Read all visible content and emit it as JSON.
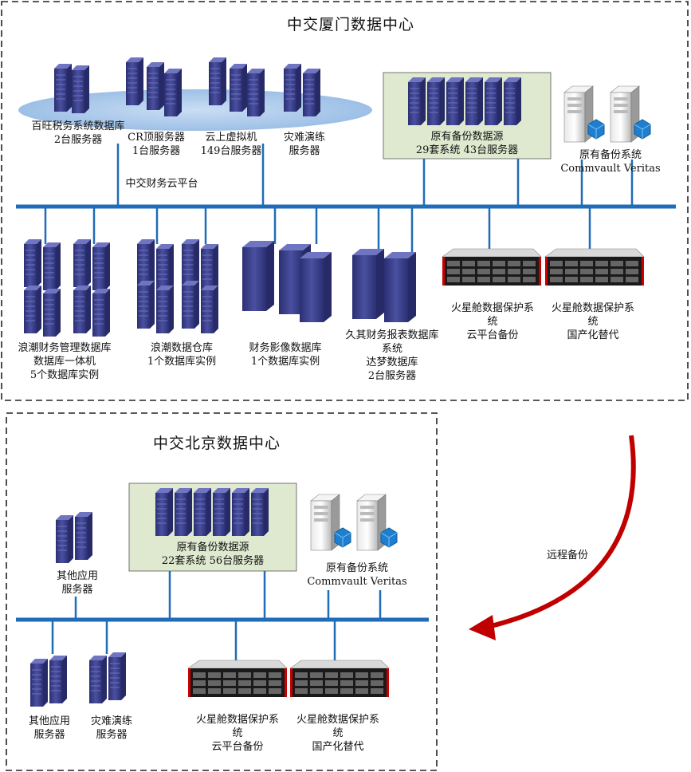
{
  "xiamen": {
    "title": "中交厦门数据中心",
    "platform_label": "中交财务云平台",
    "cloud_items": [
      {
        "name": "baiwang-icon",
        "label": "百旺税务系统数据库",
        "sub": "2台服务器"
      },
      {
        "name": "crj-icon",
        "label": "CR顶服务器",
        "sub": "1台服务器"
      },
      {
        "name": "vm-icon",
        "label": "云上虚拟机",
        "sub": "149台服务器"
      },
      {
        "name": "dr-icon",
        "label": "灾难演练",
        "sub": "服务器"
      }
    ],
    "backup_source": {
      "title": "原有备份数据源",
      "sub": "29套系统  43台服务器"
    },
    "backup_system": {
      "title": "原有备份系统",
      "sub": "Commvault Veritas"
    },
    "lower_items": [
      {
        "label": "浪潮财务管理数据库",
        "sub1": "数据库一体机",
        "sub2": "5个数据库实例"
      },
      {
        "label": "浪潮数据仓库",
        "sub1": "1个数据库实例",
        "sub2": ""
      },
      {
        "label": "财务影像数据库",
        "sub1": "1个数据库实例",
        "sub2": ""
      },
      {
        "label": "久其财务报表数据库系统",
        "sub1": "达梦数据库",
        "sub2": "2台服务器"
      },
      {
        "label": "火星舱数据保护系统",
        "sub1": "云平台备份",
        "sub2": ""
      },
      {
        "label": "火星舱数据保护系统",
        "sub1": "国产化替代",
        "sub2": ""
      }
    ]
  },
  "beijing": {
    "title": "中交北京数据中心",
    "other_app_top": {
      "label": "其他应用",
      "sub": "服务器"
    },
    "backup_source": {
      "title": "原有备份数据源",
      "sub": "22套系统  56台服务器"
    },
    "backup_system": {
      "title": "原有备份系统",
      "sub": "Commvault Veritas"
    },
    "lower_items": [
      {
        "label": "其他应用",
        "sub1": "服务器"
      },
      {
        "label": "灾难演练",
        "sub1": "服务器"
      },
      {
        "label": "火星舱数据保护系统",
        "sub1": "云平台备份"
      },
      {
        "label": "火星舱数据保护系统",
        "sub1": "国产化替代"
      }
    ]
  },
  "remote_backup_label": "远程备份",
  "colors": {
    "bus": "#1f6cb8",
    "arrow": "#c00000",
    "server": "#3b3f86",
    "panel": "#dfe9cf",
    "cloud": "#a9c8ea"
  }
}
